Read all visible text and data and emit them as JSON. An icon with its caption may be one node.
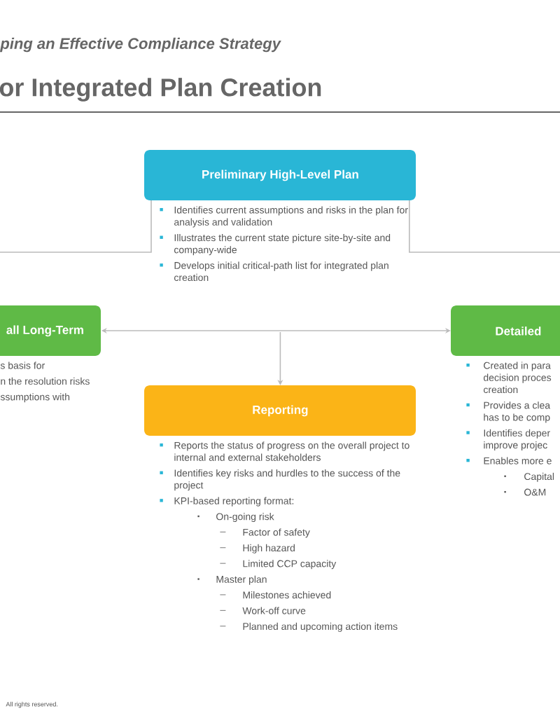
{
  "diagram": {
    "title": "or Integrated Plan Creation",
    "nodes": [
      {
        "text": [
          "Preliminary High-Level Plan",
          "Identifies current assumptions and risks in the plan for analysis and validation",
          "Illustrates the current state picture site-by-site and company-wide",
          "Develops initial critical-path list for integrated plan creation"
        ]
      },
      {
        "text": [
          "all Long-Term",
          "s basis for",
          "n the resolution risks",
          "ssumptions with"
        ]
      },
      {
        "text": [
          "Reporting",
          "Reports the status of progress on the overall project to internal and external stakeholders",
          "Identifies key risks and hurdles to the success of the project",
          "KPI-based reporting format:",
          "On-going risk",
          "Factor of safety",
          "High hazard",
          "Limited CCP capacity",
          "Master plan",
          "Milestones achieved",
          "Work-off curve",
          "Planned and upcoming action items"
        ]
      },
      {
        "text": [
          "Detailed",
          "Created in para decision proces creation",
          "Provides a clea has to be comp",
          "Identifies deper improve projec",
          "Enables more e",
          "Capital",
          "O&M"
        ]
      }
    ],
    "edges": [
      {
        "from": 0,
        "to": null,
        "arrow": "none"
      },
      {
        "from": 0,
        "to": null,
        "arrow": "none"
      },
      {
        "from": 1,
        "to": 3,
        "arrow": "both"
      },
      {
        "from": null,
        "to": 2,
        "arrow": "to"
      }
    ],
    "labels": [
      "ping an Effective Compliance Strategy",
      "All rights reserved."
    ]
  }
}
